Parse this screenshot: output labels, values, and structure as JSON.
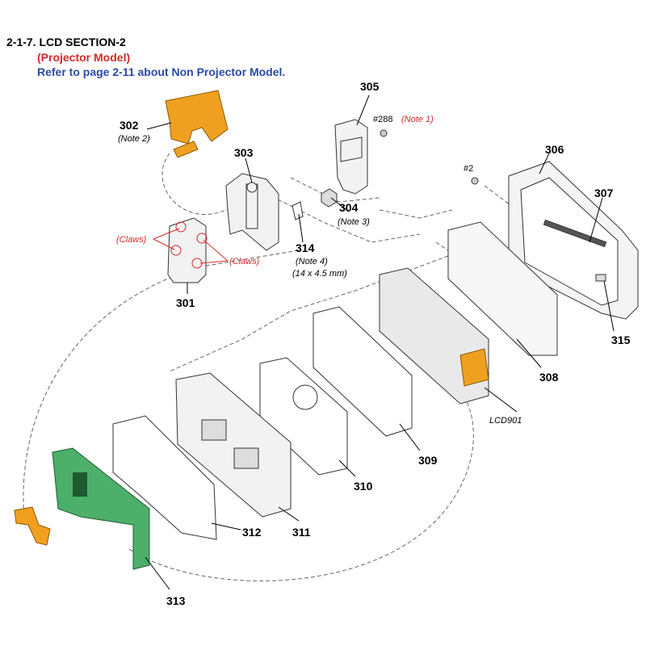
{
  "header": {
    "title": "2-1-7. LCD SECTION-2",
    "subtitle": "(Projector Model)",
    "reference": "Refer to page 2-11 about Non Projector Model."
  },
  "colors": {
    "accent_red": "#d42a2a",
    "accent_blue": "#2a4aa8",
    "flex_orange": "#f0a020",
    "board_green": "#4caf6a"
  },
  "labels": {
    "p301": "301",
    "p302": "302",
    "p302_note": "(Note 2)",
    "p303": "303",
    "p304": "304",
    "p304_note": "(Note 3)",
    "p305": "305",
    "screw288": "#288",
    "note1": "(Note 1)",
    "p306": "306",
    "screw2": "#2",
    "p307": "307",
    "p308": "308",
    "p309": "309",
    "p310": "310",
    "p311": "311",
    "p312": "312",
    "p313": "313",
    "p314": "314",
    "p314_note": "(Note 4)",
    "p314_size": "(14 x 4.5 mm)",
    "p315": "315",
    "lcd901": "LCD901",
    "claws_left": "(Claws)",
    "claws_right": "(Claws)"
  }
}
